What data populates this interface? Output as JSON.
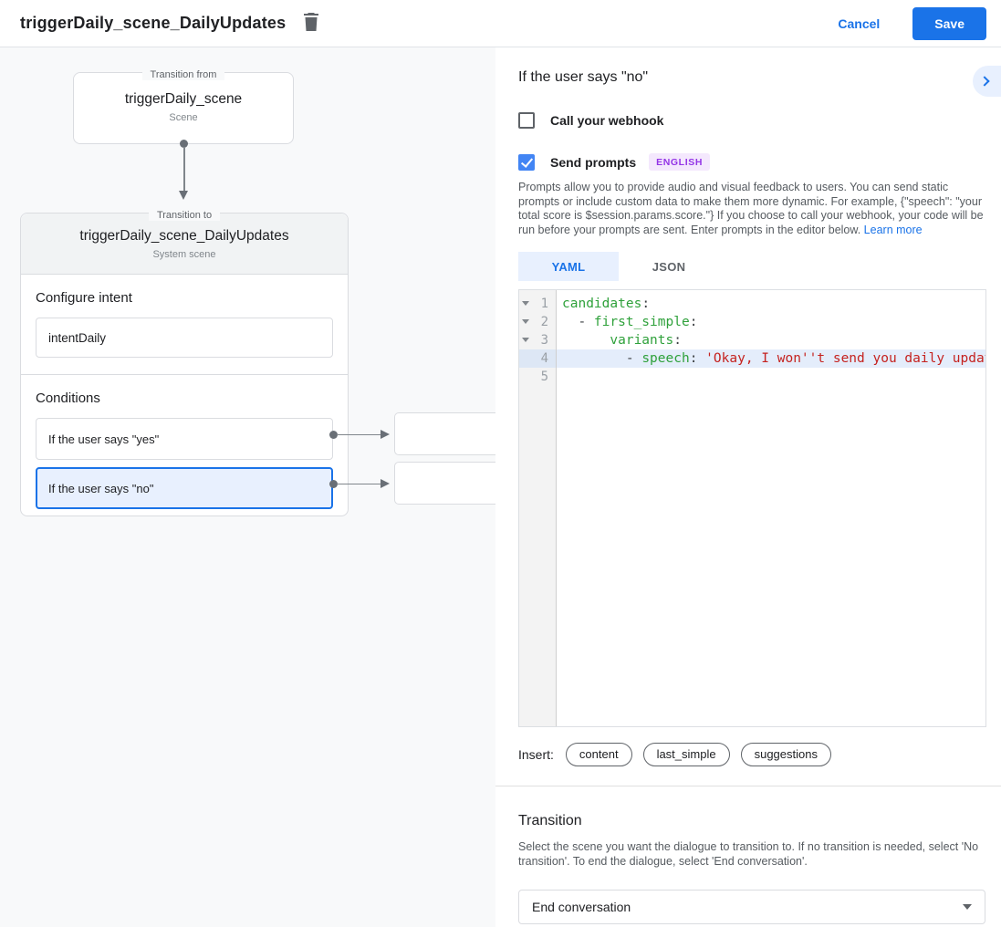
{
  "header": {
    "title": "triggerDaily_scene_DailyUpdates",
    "cancel_label": "Cancel",
    "save_label": "Save"
  },
  "diagram": {
    "from_node": {
      "legend": "Transition from",
      "title": "triggerDaily_scene",
      "subtitle": "Scene"
    },
    "to_node": {
      "legend": "Transition to",
      "title": "triggerDaily_scene_DailyUpdates",
      "subtitle": "System scene",
      "configure_intent_label": "Configure intent",
      "intent_value": "intentDaily",
      "conditions_label": "Conditions",
      "conditions": [
        {
          "label": "If the user says \"yes\"",
          "selected": false
        },
        {
          "label": "If the user says \"no\"",
          "selected": true
        }
      ]
    }
  },
  "panel": {
    "title": "If the user says \"no\"",
    "webhook_label": "Call your webhook",
    "send_prompts_label": "Send prompts",
    "language_badge": "ENGLISH",
    "description": "Prompts allow you to provide audio and visual feedback to users. You can send static prompts or include custom data to make them more dynamic. For example, {\"speech\": \"your total score is $session.params.score.\"} If you choose to call your webhook, your code will be run before your prompts are sent. Enter prompts in the editor below. ",
    "learn_more_label": "Learn more",
    "tabs": [
      {
        "label": "YAML",
        "active": true
      },
      {
        "label": "JSON",
        "active": false
      }
    ],
    "editor": {
      "lines": [
        {
          "num": 1,
          "fold": true,
          "highlighted": false,
          "segments": [
            {
              "type": "key",
              "text": "candidates"
            },
            {
              "type": "plain",
              "text": ":"
            }
          ]
        },
        {
          "num": 2,
          "fold": true,
          "highlighted": false,
          "segments": [
            {
              "type": "plain",
              "text": "  - "
            },
            {
              "type": "key",
              "text": "first_simple"
            },
            {
              "type": "plain",
              "text": ":"
            }
          ]
        },
        {
          "num": 3,
          "fold": true,
          "highlighted": false,
          "segments": [
            {
              "type": "plain",
              "text": "      "
            },
            {
              "type": "key",
              "text": "variants"
            },
            {
              "type": "plain",
              "text": ":"
            }
          ]
        },
        {
          "num": 4,
          "fold": false,
          "highlighted": true,
          "segments": [
            {
              "type": "plain",
              "text": "        - "
            },
            {
              "type": "key",
              "text": "speech"
            },
            {
              "type": "plain",
              "text": ": "
            },
            {
              "type": "string",
              "text": "'Okay, I won''t send you daily updates.'"
            }
          ]
        },
        {
          "num": 5,
          "fold": false,
          "highlighted": false,
          "segments": []
        }
      ]
    },
    "insert_label": "Insert:",
    "insert_chips": [
      "content",
      "last_simple",
      "suggestions"
    ],
    "transition": {
      "heading": "Transition",
      "description": "Select the scene you want the dialogue to transition to. If no transition is needed, select 'No transition'. To end the dialogue, select 'End conversation'.",
      "select_value": "End conversation"
    }
  },
  "colors": {
    "accent_blue": "#1a73e8",
    "selected_condition_bg": "#e8f0fe",
    "checkbox_checked": "#4285f4",
    "badge_bg": "#f4e8fd",
    "badge_text": "#9334e6",
    "code_key": "#2fa13b",
    "code_string": "#c5221f",
    "active_line_bg": "#e4edfb",
    "canvas_bg": "#f8f9fa"
  }
}
